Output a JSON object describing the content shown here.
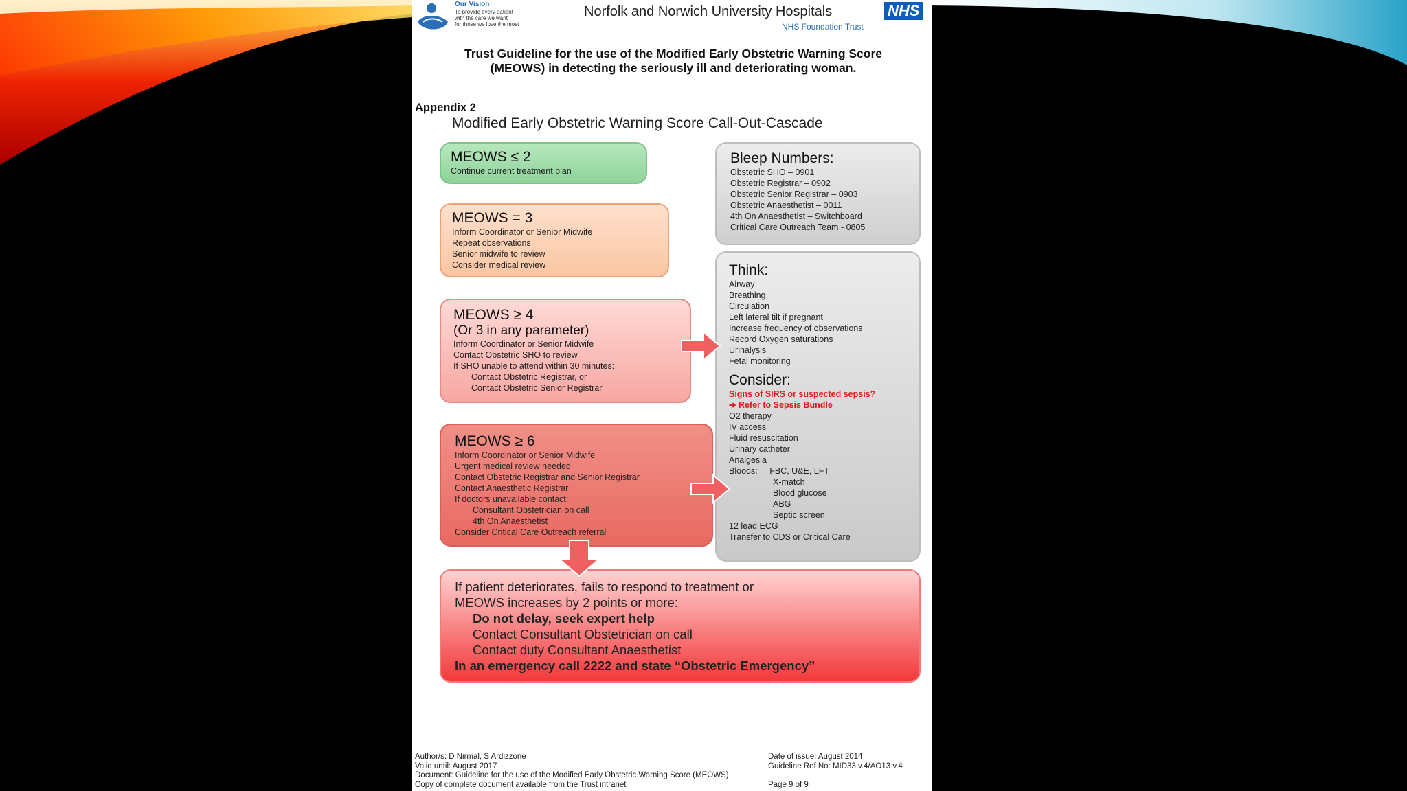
{
  "header": {
    "vision_title": "Our Vision",
    "vision_lines": [
      "To provide every patient",
      "with the care we want",
      "for those we love the most"
    ],
    "trust_name": "Norfolk and Norwich University Hospitals",
    "nhs_logo": "NHS",
    "foundation": "NHS Foundation Trust"
  },
  "title_lines": [
    "Trust Guideline for the use of the Modified Early Obstetric Warning Score",
    "(MEOWS) in detecting the seriously ill and deteriorating woman."
  ],
  "appendix": "Appendix 2",
  "cascade_title": "Modified Early Obstetric Warning Score Call-Out-Cascade",
  "box_green": {
    "heading": "MEOWS ≤ 2",
    "lines": [
      "Continue current treatment plan"
    ]
  },
  "box_orange": {
    "heading": "MEOWS = 3",
    "lines": [
      "Inform Coordinator or Senior Midwife",
      "Repeat observations",
      "Senior midwife to review",
      "Consider medical review"
    ]
  },
  "box_pink": {
    "heading": "MEOWS ≥ 4",
    "subheading": "(Or 3 in any parameter)",
    "lines": [
      "Inform Coordinator or Senior Midwife",
      "Contact Obstetric SHO to review",
      "If SHO unable to attend within 30 minutes:"
    ],
    "indented": [
      "Contact Obstetric Registrar, or",
      "Contact Obstetric Senior Registrar"
    ]
  },
  "box_red": {
    "heading": "MEOWS ≥ 6",
    "lines": [
      "Inform Coordinator or Senior Midwife",
      "Urgent medical review needed",
      "Contact Obstetric Registrar and Senior Registrar",
      "Contact Anaesthetic Registrar",
      "If doctors unavailable contact:"
    ],
    "indented_1": "Consultant Obstetrician on call",
    "indented_2": "4th On Anaesthetist",
    "last": "Consider Critical Care Outreach referral"
  },
  "bleep": {
    "heading": "Bleep Numbers:",
    "lines": [
      "Obstetric SHO – 0901",
      "Obstetric Registrar – 0902",
      "Obstetric Senior Registrar – 0903",
      "Obstetric Anaesthetist – 0011",
      "4th On Anaesthetist – Switchboard",
      "Critical Care Outreach Team - 0805"
    ]
  },
  "think": {
    "heading": "Think:",
    "lines": [
      "Airway",
      "Breathing",
      "Circulation",
      "Left lateral tilt if pregnant",
      "Increase frequency of observations",
      "Record Oxygen saturations",
      "Urinalysis",
      "Fetal monitoring"
    ]
  },
  "consider": {
    "heading": "Consider:",
    "sepsis_1": "Signs of SIRS or suspected sepsis?",
    "sepsis_2": "➔ Refer to Sepsis Bundle",
    "lines": [
      "O2 therapy",
      "IV access",
      "Fluid resuscitation",
      "Urinary catheter",
      "Analgesia"
    ],
    "bloods_label": "Bloods:",
    "bloods": [
      "FBC, U&E, LFT",
      "X-match",
      "Blood glucose",
      "ABG",
      "Septic screen"
    ],
    "tail": [
      "12 lead ECG",
      "Transfer to CDS or Critical Care"
    ]
  },
  "escalation": {
    "line_1": "If patient deteriorates, fails to respond to treatment or",
    "line_2": "MEOWS increases by 2 points or more:",
    "bold": "Do not delay, seek expert help",
    "contact_1": "Contact Consultant Obstetrician on call",
    "contact_2": "Contact duty Consultant Anaesthetist",
    "emergency": "In an emergency call 2222 and state “Obstetric Emergency”"
  },
  "footer": {
    "authors": "Author/s: D Nirmal, S Ardizzone",
    "valid": "Valid until: August 2017",
    "document": "Document:  Guideline for the use of the Modified Early Obstetric Warning Score (MEOWS)",
    "copy": "Copy of complete document available from the Trust intranet",
    "issue": "Date of issue: August 2014",
    "ref": "Guideline Ref No: MID33 v.4/AO13 v.4",
    "page": "Page 9 of 9"
  },
  "colors": {
    "nhs_blue": "#0A5EB6",
    "green_box": "#8FD49A",
    "orange_box": "#FBC6A3",
    "pink_box": "#F7A7A2",
    "red_box": "#E86A62",
    "sepsis_red": "#E01818"
  }
}
